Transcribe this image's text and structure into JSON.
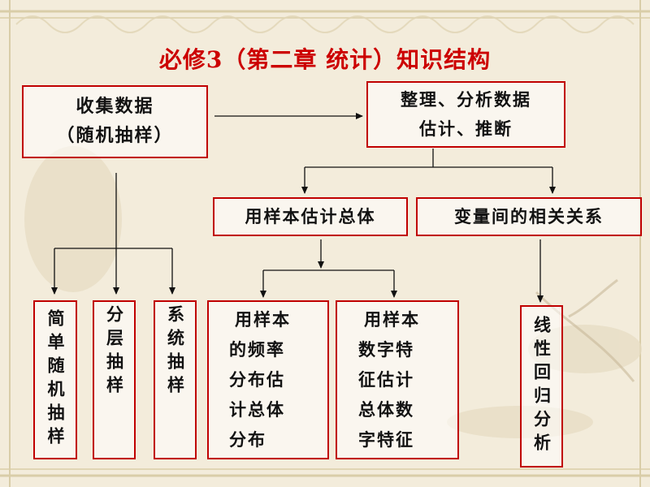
{
  "title": "必修3（第二章  统计）知识结构",
  "nodes": {
    "collect": {
      "line1": "收集数据",
      "line2": "（随机抽样）"
    },
    "organize": {
      "line1": "整理、分析数据",
      "line2": "估计、推断"
    },
    "estimate_population": "用样本估计总体",
    "variable_relation": "变量间的相关关系",
    "simple_random": "简单随机抽样",
    "stratified": "分层抽样",
    "systematic": "系统抽样",
    "freq_distribution": [
      "用样本",
      "的频率",
      "分布估",
      "计总体",
      "分布"
    ],
    "numeric_features": [
      "用样本",
      "数字特",
      "征估计",
      "总体数",
      "字特征"
    ],
    "linear_regression": "线性回归分析"
  },
  "colors": {
    "border": "#c00000",
    "title": "#cc0000",
    "text": "#121212",
    "background": "#f3ecdb"
  }
}
